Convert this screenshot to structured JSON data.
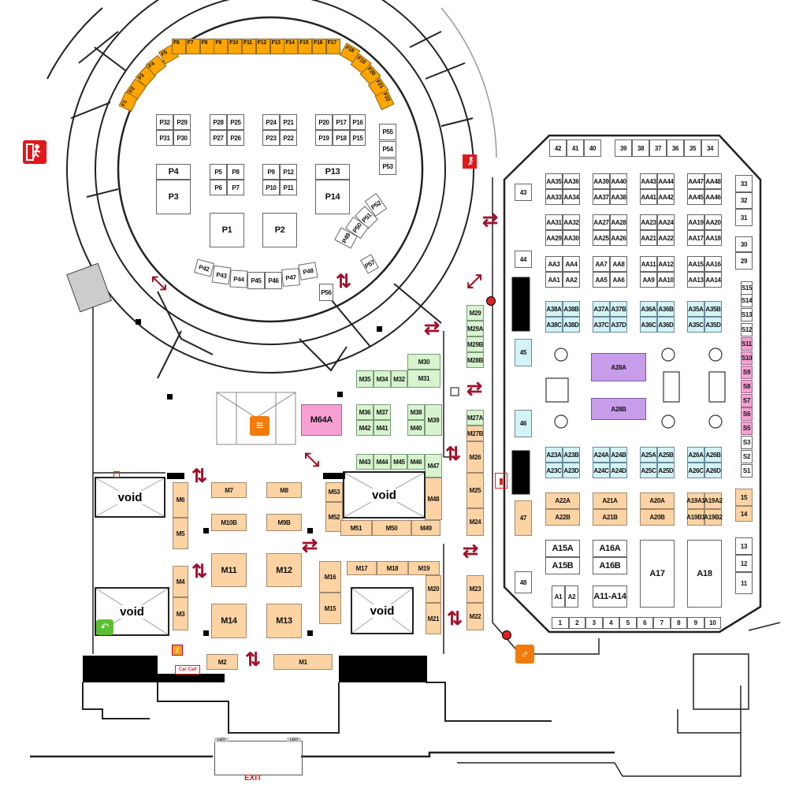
{
  "booths": {
    "f": [
      "F1",
      "F2",
      "F3",
      "F4",
      "F5",
      "F6",
      "F7",
      "F8",
      "F9",
      "F10",
      "F11",
      "F12",
      "F13",
      "F14",
      "F15",
      "F16",
      "F17",
      "F18",
      "F19",
      "F20",
      "F21",
      "F22"
    ],
    "p": [
      "P32",
      "P29",
      "P31",
      "P30",
      "P28",
      "P25",
      "P27",
      "P26",
      "P24",
      "P21",
      "P23",
      "P22",
      "P20",
      "P17",
      "P16",
      "P19",
      "P18",
      "P15",
      "P55",
      "P54",
      "P53",
      "P4",
      "P3",
      "P5",
      "P8",
      "P6",
      "P7",
      "P9",
      "P12",
      "P10",
      "P11",
      "P13",
      "P14",
      "P1",
      "P2",
      "P52",
      "P51",
      "P50",
      "P49",
      "P57",
      "P42",
      "P43",
      "P44",
      "P45",
      "P46",
      "P47",
      "P48",
      "P56"
    ],
    "hall_numbers": [
      "42",
      "41",
      "40",
      "39",
      "38",
      "37",
      "36",
      "35",
      "34",
      "33",
      "32",
      "31",
      "30",
      "29",
      "43",
      "44",
      "45",
      "46",
      "47",
      "48",
      "15",
      "14",
      "13",
      "12",
      "11",
      "1",
      "2",
      "3",
      "4",
      "5",
      "6",
      "7",
      "8",
      "9",
      "10"
    ],
    "s": [
      "S15",
      "S14",
      "S13",
      "S12",
      "S11",
      "S10",
      "S9",
      "S8",
      "S7",
      "S6",
      "S5",
      "S3",
      "S2",
      "S1"
    ],
    "aa": [
      "AA35",
      "AA36",
      "AA33",
      "AA34",
      "AA39",
      "AA40",
      "AA37",
      "AA38",
      "AA43",
      "AA44",
      "AA41",
      "AA42",
      "AA47",
      "AA48",
      "AA45",
      "AA46",
      "AA31",
      "AA32",
      "AA29",
      "AA30",
      "AA27",
      "AA28",
      "AA25",
      "AA26",
      "AA23",
      "AA24",
      "AA21",
      "AA22",
      "AA19",
      "AA20",
      "AA17",
      "AA18",
      "AA3",
      "AA4",
      "AA1",
      "AA2",
      "AA7",
      "AA8",
      "AA5",
      "AA6",
      "AA11",
      "AA12",
      "AA9",
      "AA10",
      "AA15",
      "AA16",
      "AA13",
      "AA14"
    ],
    "a_cyan": [
      "A38A",
      "A38B",
      "A38C",
      "A38D",
      "A37A",
      "A37B",
      "A37C",
      "A37D",
      "A36A",
      "A36B",
      "A36C",
      "A36D",
      "A35A",
      "A35B",
      "A35C",
      "A35D",
      "A23A",
      "A23B",
      "A23C",
      "A23D",
      "A24A",
      "A24B",
      "A24C",
      "A24D",
      "A25A",
      "A25B",
      "A25C",
      "A25D",
      "A26A",
      "A26B",
      "A26C",
      "A26D"
    ],
    "a_orange": [
      "A22A",
      "A22B",
      "A21A",
      "A21B",
      "A20A",
      "A20B",
      "A19A1",
      "A19A2",
      "A19B1",
      "A19B2"
    ],
    "a_purple": [
      "A28A",
      "A28B"
    ],
    "a_white": [
      "A15A",
      "A15B",
      "A16A",
      "A16B",
      "A17",
      "A18",
      "A1",
      "A2",
      "A11-A14"
    ],
    "m_green": [
      "M29",
      "M29A",
      "M29B",
      "M28B",
      "M30",
      "M35",
      "M34",
      "M32",
      "M31",
      "M36",
      "M37",
      "M42",
      "M41",
      "M38",
      "M40",
      "M39",
      "M27A",
      "M43",
      "M44",
      "M45",
      "M46",
      "M47"
    ],
    "m_pink": [
      "M64A"
    ],
    "m_orange": [
      "M27B",
      "M26",
      "M25",
      "M24",
      "M23",
      "M22",
      "M48",
      "M53",
      "M52",
      "M51",
      "M50",
      "M49",
      "M6",
      "M5",
      "M7",
      "M8",
      "M10B",
      "M9B",
      "M11",
      "M12",
      "M14",
      "M13",
      "M4",
      "M3",
      "M16",
      "M15",
      "M17",
      "M18",
      "M19",
      "M20",
      "M21",
      "M2",
      "M1"
    ]
  },
  "labels": {
    "void": "void",
    "exit": "EXIT",
    "car_call": "Car Call",
    "led": "LED"
  },
  "icons": [
    "emergency-exit-icon",
    "restaurant-icon",
    "restroom-icon",
    "info-icon",
    "fire-extinguisher-icon",
    "accessible-entrance-icon",
    "escalator-arrows-icon"
  ],
  "colors": {
    "f_zone": "#ffa500",
    "orange_zone": "#fcd3a3",
    "green_zone": "#d7f4cf",
    "cyan_zone": "#d3f3f6",
    "pink_zone": "#f6a0d4",
    "purple_zone": "#c79de9",
    "arrow": "#a0102a",
    "exit_icon": "#e3161b"
  }
}
